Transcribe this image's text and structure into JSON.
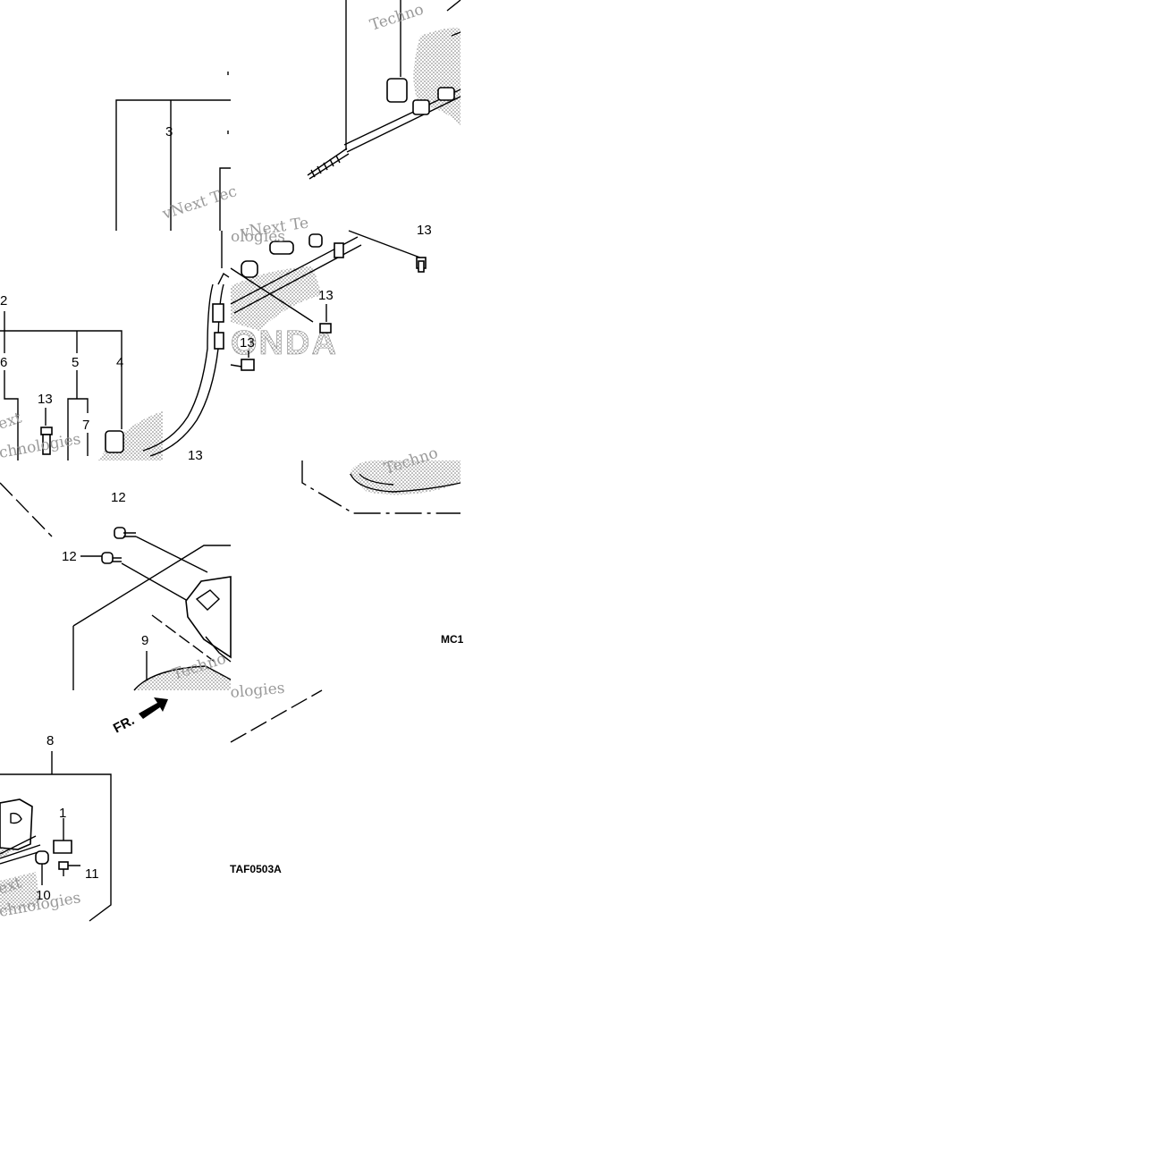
{
  "callouts": [
    {
      "id": "c3",
      "text": "3"
    },
    {
      "id": "c2",
      "text": "2"
    },
    {
      "id": "c6",
      "text": "6"
    },
    {
      "id": "c5",
      "text": "5"
    },
    {
      "id": "c4",
      "text": "4"
    },
    {
      "id": "c7",
      "text": "7"
    },
    {
      "id": "c13a",
      "text": "13"
    },
    {
      "id": "c13b",
      "text": "13"
    },
    {
      "id": "c13c",
      "text": "13"
    },
    {
      "id": "c13d",
      "text": "13"
    },
    {
      "id": "c13e",
      "text": "13"
    },
    {
      "id": "c12a",
      "text": "12"
    },
    {
      "id": "c12b",
      "text": "12"
    },
    {
      "id": "c9",
      "text": "9"
    },
    {
      "id": "c8",
      "text": "8"
    },
    {
      "id": "c1",
      "text": "1"
    },
    {
      "id": "c10",
      "text": "10"
    },
    {
      "id": "c11",
      "text": "11"
    }
  ],
  "direction_arrow": {
    "label": "FR."
  },
  "brand_logo": {
    "text": "ONDA"
  },
  "figure_codes": {
    "main": "TAF0503A",
    "partial": "MC1"
  },
  "watermarks": [
    "Techno",
    "vNext Tec",
    "ologies",
    "Techno",
    "ext",
    "chnologies",
    "vNext Te",
    "ologies",
    "Techno",
    "ext",
    "chnologies"
  ],
  "colors": {
    "line": "#000000",
    "watermark": "#9a9a9a",
    "background": "#ffffff"
  },
  "icons": {
    "arrow": "front-direction-arrow-icon"
  }
}
